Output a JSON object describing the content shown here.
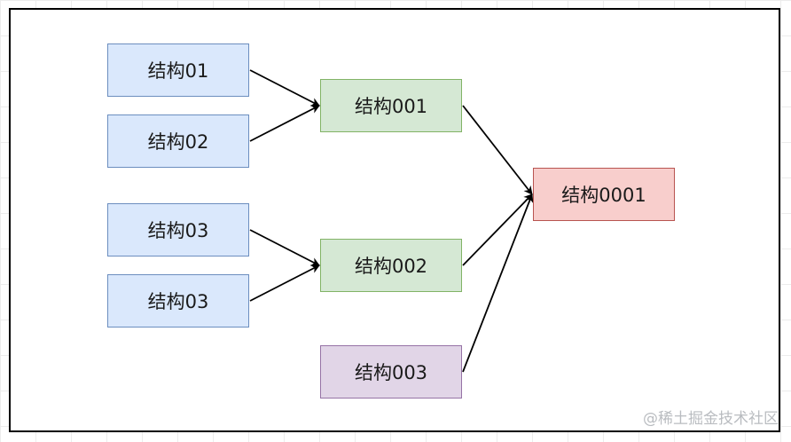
{
  "nodes": {
    "s01": "结构01",
    "s02": "结构02",
    "s03a": "结构03",
    "s03b": "结构03",
    "s001": "结构001",
    "s002": "结构002",
    "s003": "结构003",
    "s0001": "结构0001"
  },
  "edges": [
    {
      "from": "s01",
      "to": "s001"
    },
    {
      "from": "s02",
      "to": "s001"
    },
    {
      "from": "s03a",
      "to": "s002"
    },
    {
      "from": "s03b",
      "to": "s002"
    },
    {
      "from": "s001",
      "to": "s0001"
    },
    {
      "from": "s002",
      "to": "s0001"
    },
    {
      "from": "s003",
      "to": "s0001"
    }
  ],
  "colors": {
    "blue_fill": "#dae8fc",
    "blue_stroke": "#6c8ebf",
    "green_fill": "#d5e8d4",
    "green_stroke": "#82b366",
    "red_fill": "#f8cecc",
    "red_stroke": "#b85450",
    "purple_fill": "#e1d5e7",
    "purple_stroke": "#9673a6"
  },
  "watermark": "@稀土掘金技术社区"
}
